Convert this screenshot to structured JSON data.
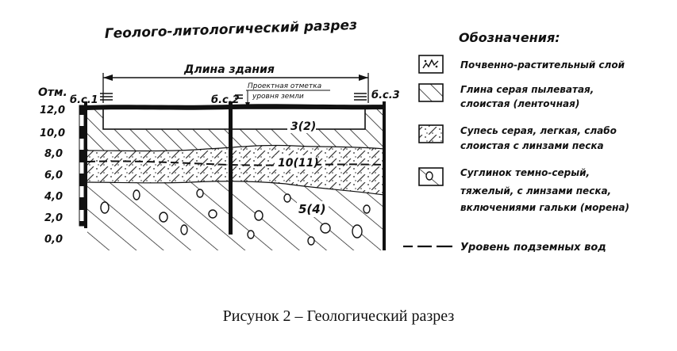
{
  "title": "Геолого-литологический разрез",
  "building_length_label": "Длина здания",
  "design_mark_label_line1": "Проектная отметка",
  "design_mark_label_line2": "уровня земли",
  "boreholes": [
    "б.с.1",
    "б.с.2",
    "б.с.3"
  ],
  "scale": {
    "unit_label": "Отм.",
    "ticks": [
      "12,0",
      "10,0",
      "8,0",
      "6,0",
      "4,0",
      "2,0",
      "0,0"
    ]
  },
  "layers": {
    "clay": "3(2)",
    "sandy_loam": "10(11)",
    "moraine": "5(4)"
  },
  "legend": {
    "title": "Обозначения:",
    "items": [
      {
        "id": "soil",
        "lines": [
          "Почвенно-растительный слой"
        ]
      },
      {
        "id": "clay",
        "lines": [
          "Глина серая пылеватая,",
          "слоистая (ленточная)"
        ]
      },
      {
        "id": "sandy_loam",
        "lines": [
          "Супесь серая, легкая, слабо",
          "слоистая с линзами песка"
        ]
      },
      {
        "id": "loam",
        "lines": [
          "Суглинок темно-серый,",
          "тяжелый, с линзами песка,",
          "включениями гальки (морена)"
        ]
      }
    ],
    "groundwater": "Уровень подземных вод"
  },
  "caption": "Рисунок 2 – Геологический разрез"
}
